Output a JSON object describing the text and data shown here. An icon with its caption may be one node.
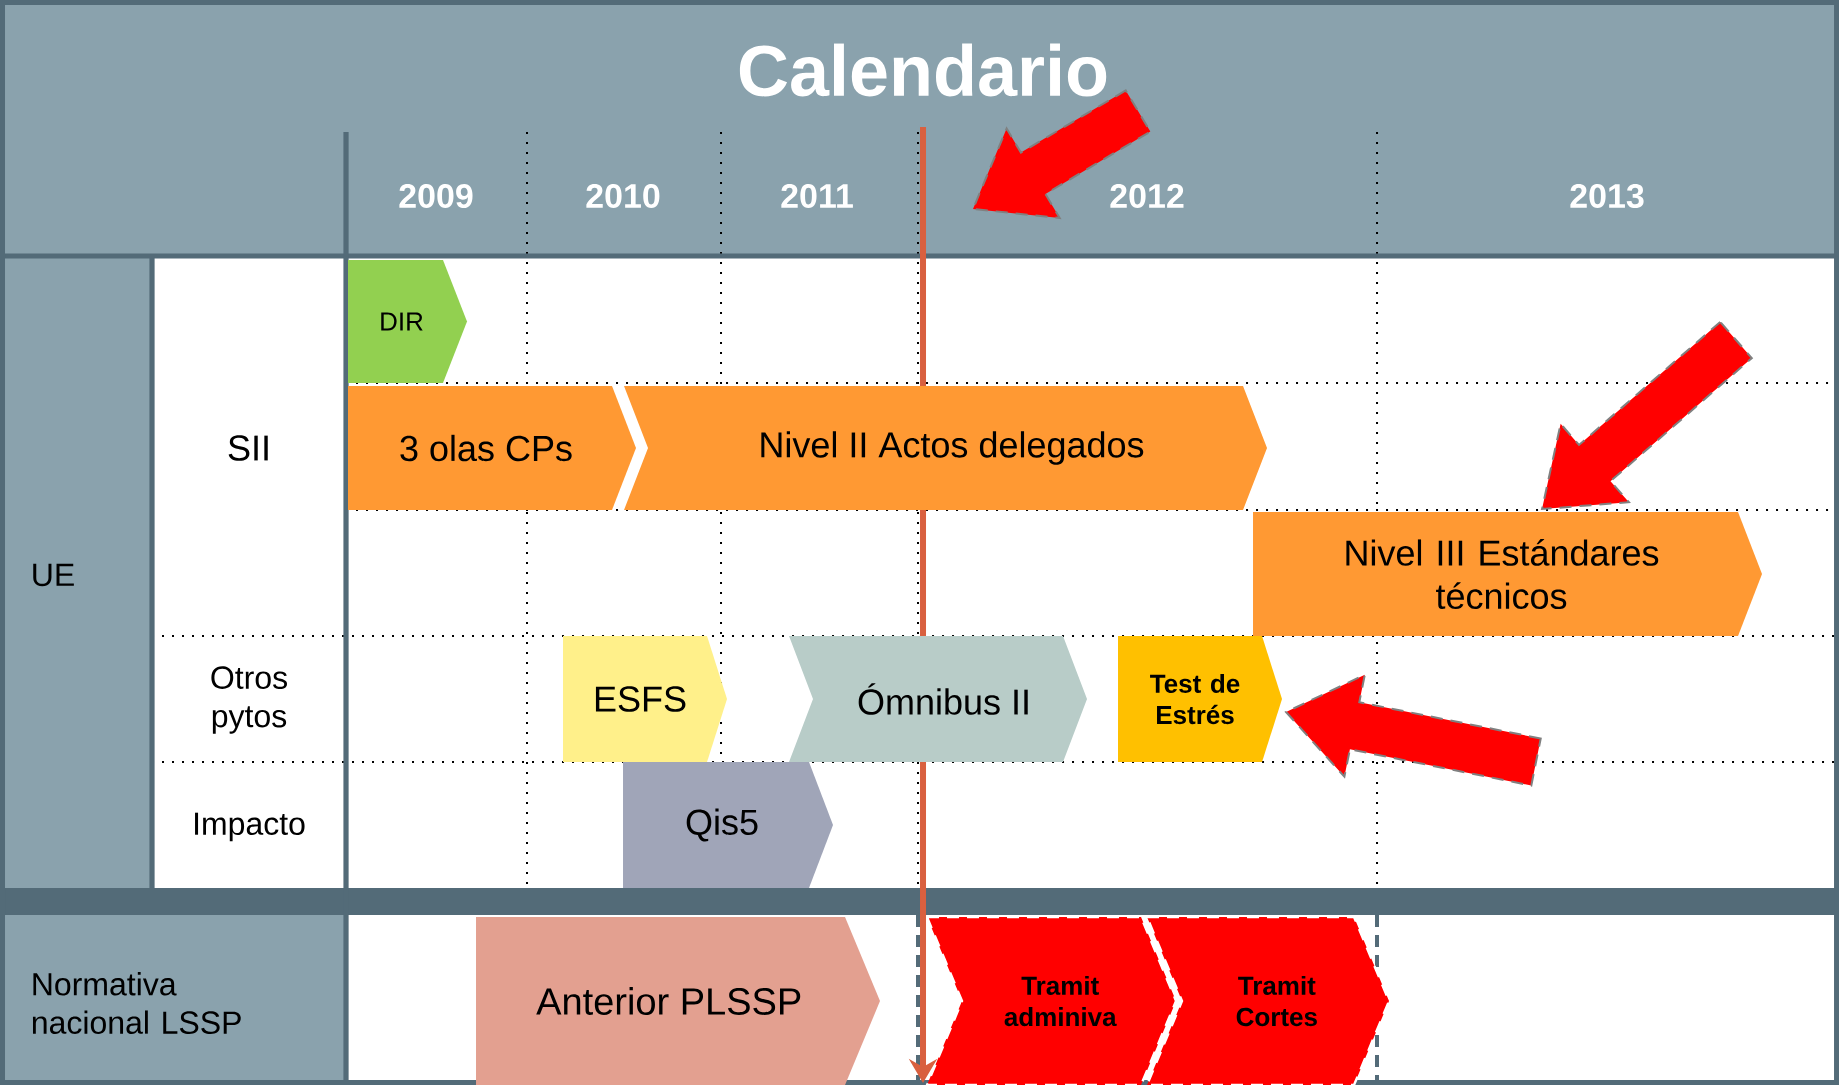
{
  "diagram": {
    "title": "Calendario",
    "nodes": [
      {
        "text": [
          "DIR"
        ]
      },
      {
        "text": [
          "3 olas CPs"
        ]
      },
      {
        "text": [
          "Nivel II Actos delegados"
        ]
      },
      {
        "text": [
          "Nivel III Estándares técnicos"
        ]
      },
      {
        "text": [
          "ESFS"
        ]
      },
      {
        "text": [
          "Ómnibus II"
        ]
      },
      {
        "text": [
          "Test de Estrés"
        ]
      },
      {
        "text": [
          "Qis5"
        ]
      },
      {
        "text": [
          "Anterior PLSSP"
        ]
      },
      {
        "text": [
          "Tramit adminiva"
        ]
      },
      {
        "text": [
          "Tramit Cortes"
        ]
      }
    ],
    "edges": [
      {
        "from": null,
        "to": 3,
        "arrow": "to"
      },
      {
        "from": null,
        "to": 6,
        "arrow": "to"
      }
    ],
    "labels": [
      "2009",
      "2010",
      "2011",
      "2012",
      "2013",
      "UE",
      "SII",
      "Otros pytos",
      "Impacto",
      "Normativa nacional LSSP"
    ]
  }
}
